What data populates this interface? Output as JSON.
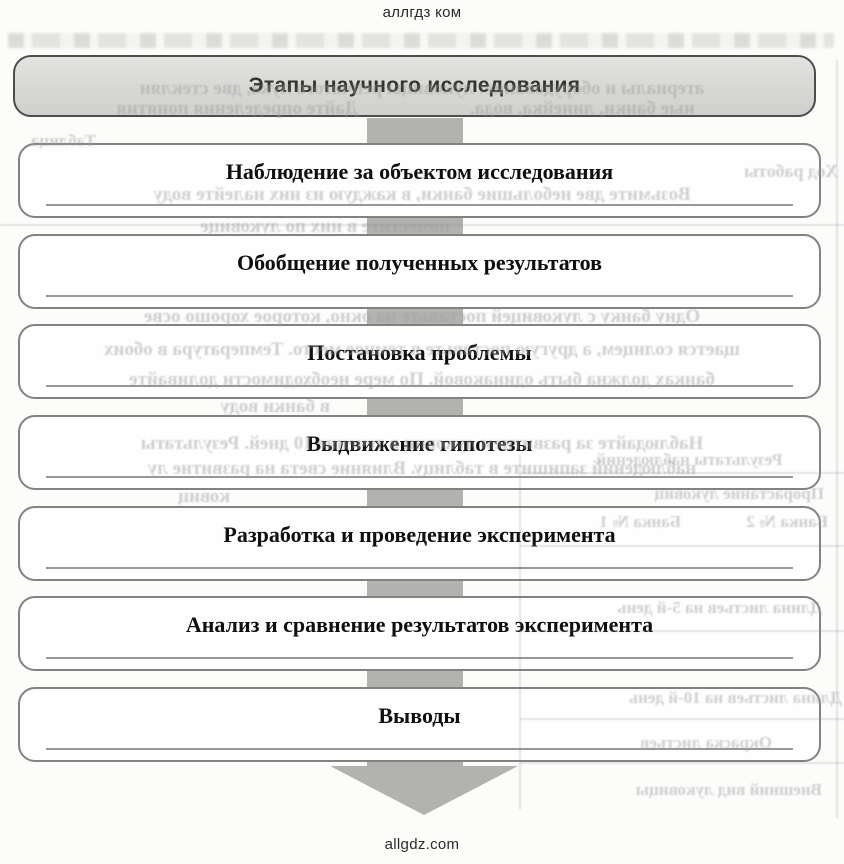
{
  "watermarks": {
    "top": "аллгдз ком",
    "bottom": "allgdz.com"
  },
  "diagram": {
    "header": "Этапы научного исследования",
    "stages": [
      "Наблюдение за объектом исследования",
      "Обобщение полученных результатов",
      "Постановка проблемы",
      "Выдвижение гипотезы",
      "Разработка и проведение эксперимента",
      "Анализ и сравнение результатов эксперимента",
      "Выводы"
    ]
  },
  "colors": {
    "paper": "#fcfcfb",
    "arrow": "#b2b2ae",
    "header_fill": "#d9d9d7",
    "header_border": "#4d4d4d",
    "box_border": "#828282",
    "writing_line": "#979797",
    "title_text": "#0f0f0f",
    "bleed_text": "#9fa3a1"
  },
  "bleedthrough": {
    "note": "mirrored print-through text from reverse page of the scan",
    "lines": [
      "атериалы и оборудование: луковицы репчатого лука, две стеклян",
      "ные банки, линейка, вода.",
      "Дайте определения понятия",
      "Таблица",
      "Ход работы",
      "Возьмите две небольшие банки, в каждую из них налейте воду",
      "поместите в них по луковице",
      "Одну банку с луковицей поставьте на окно, которое хорошо осве",
      "щается солнцем, а другую поставьте в темное место. Температура в обоих",
      "банках должна быть одинаковой. По мере необходимости доливайте",
      "в банки воду",
      "Наблюдайте за развитием луковиц в течение 10 дней. Результаты",
      "наблюдений запишите в таблицу. Влияние света на развитие лу",
      "ковиц",
      "Результаты наблюдений",
      "Прорастание луковиц",
      "Банка № 1",
      "Банка № 2",
      "Длина листьев на 5-й день",
      "Длина листьев на 10-й день",
      "Окраска листьев",
      "Внешний вид луковицы"
    ]
  }
}
